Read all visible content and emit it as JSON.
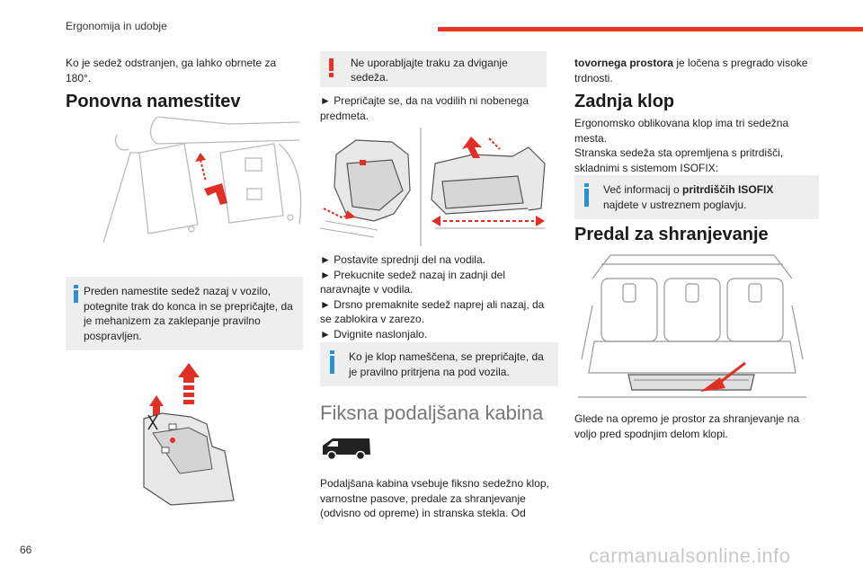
{
  "header": {
    "section_title": "Ergonomija in udobje",
    "accent_color": "#ea3323"
  },
  "col1": {
    "intro": "Ko je sedež odstranjen, ga lahko obrnete za 180°.",
    "heading": "Ponovna namestitev",
    "info_text": "Preden namestite sedež nazaj v vozilo, potegnite trak do konca in se prepričajte, da je mehanizem za zaklepanje pravilno pospravljen."
  },
  "col2": {
    "warning_text": "Ne uporabljajte traku za dviganje sedeža.",
    "step1": "► Prepričajte se, da na vodilih ni nobenega predmeta.",
    "steps": [
      "► Postavite sprednji del na vodila.",
      "► Prekucnite sedež nazaj in zadnji del naravnajte v vodila.",
      "► Drsno premaknite sedež naprej ali nazaj, da se zablokira v zarezo.",
      "► Dvignite naslonjalo."
    ],
    "info_text": "Ko je klop nameščena, se prepričajte, da je pravilno pritrjena na pod vozila.",
    "heading": "Fiksna podaljšana kabina",
    "body": "Podaljšana kabina vsebuje fiksno sedežno klop, varnostne pasove, predale za shranjevanje (odvisno od opreme) in stranska stekla. Od"
  },
  "col3": {
    "intro_bold": "tovornega prostora",
    "intro_rest": " je ločena s pregrado visoke trdnosti.",
    "heading1": "Zadnja klop",
    "body1": "Ergonomsko oblikovana klop ima tri sedežna mesta.",
    "body2": "Stranska sedeža sta opremljena s pritrdišči, skladnimi s sistemom ISOFIX:",
    "info_pre": "Več informacij o ",
    "info_bold": "pritrdiščih ISOFIX",
    "info_post": " najdete v ustreznem poglavju.",
    "heading2": "Predal za shranjevanje",
    "body3": "Glede na opremo je prostor za shranjevanje na voljo pred spodnjim delom klopi."
  },
  "footer": {
    "page_number": "66",
    "watermark": "carmanualsonline.info"
  },
  "colors": {
    "info_mark": "#2b8fd6",
    "warning_mark": "#ea3323",
    "box_bg": "#eeeeee"
  }
}
